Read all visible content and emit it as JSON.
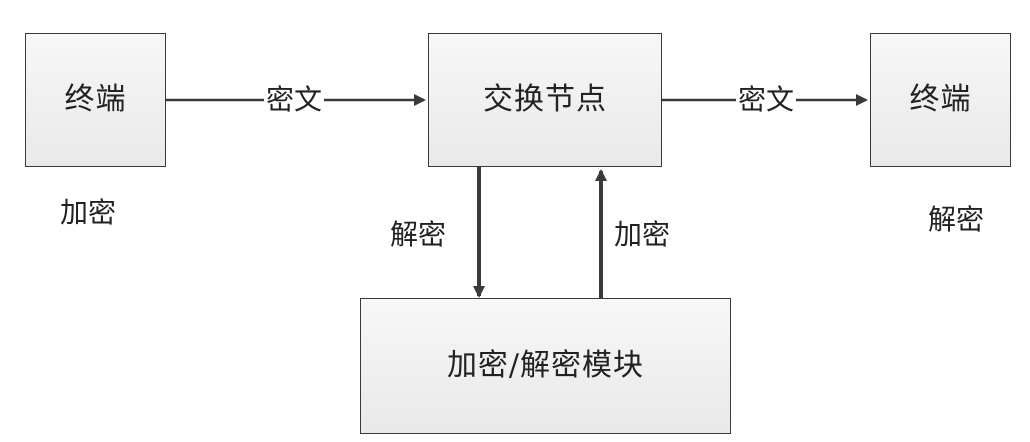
{
  "nodes": {
    "left_terminal": "终端",
    "exchange_node": "交换节点",
    "right_terminal": "终端",
    "crypto_module": "加密/解密模块"
  },
  "edges": {
    "left_to_exchange": "密文",
    "exchange_to_right": "密文",
    "exchange_to_module": "解密",
    "module_to_exchange": "加密"
  },
  "annotations": {
    "left_terminal_note": "加密",
    "right_terminal_note": "解密"
  },
  "colors": {
    "stroke": "#3a3a3a",
    "box_fill_top": "#f7f7f7",
    "box_fill_bottom": "#e9e9e9",
    "text": "#222222"
  }
}
